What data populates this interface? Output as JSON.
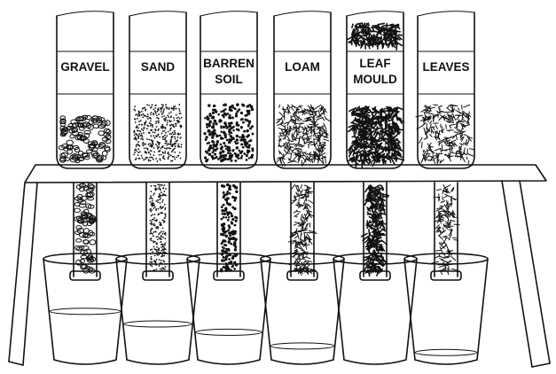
{
  "tubes": [
    {
      "label_lines": [
        "GRAVEL"
      ],
      "fill": "gravel",
      "drained_water_level": 0.85
    },
    {
      "label_lines": [
        "SAND"
      ],
      "fill": "sand",
      "drained_water_level": 0.62
    },
    {
      "label_lines": [
        "BARREN",
        "SOIL"
      ],
      "fill": "barren-soil",
      "drained_water_level": 0.47
    },
    {
      "label_lines": [
        "LOAM"
      ],
      "fill": "loam",
      "drained_water_level": 0.22
    },
    {
      "label_lines": [
        "LEAF",
        "MOULD"
      ],
      "fill": "leaf-mould",
      "drained_water_level": 0.0
    },
    {
      "label_lines": [
        "LEAVES"
      ],
      "fill": "leaves",
      "drained_water_level": 0.1
    }
  ],
  "colors": {
    "ink": "#111111",
    "paper": "#ffffff"
  }
}
